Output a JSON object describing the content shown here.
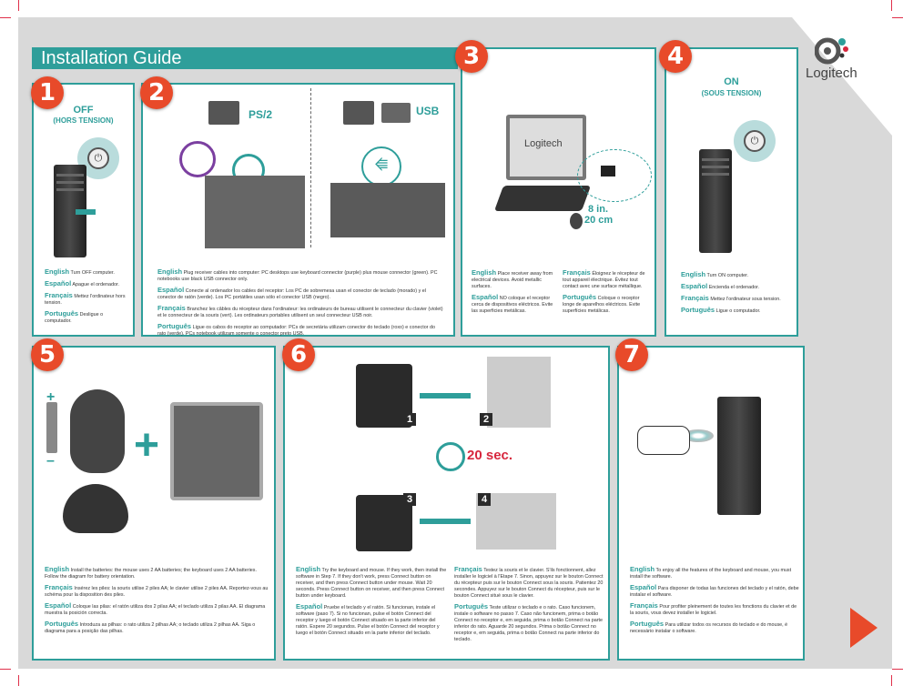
{
  "header": {
    "title": "Installation Guide"
  },
  "brand": {
    "name": "Logitech"
  },
  "colors": {
    "accent": "#2e9e9a",
    "step_badge": "#e84a2a"
  },
  "steps": {
    "s1": {
      "num": "1",
      "title": "OFF",
      "subtitle": "(HORS TENSION)",
      "en_label": "English",
      "en": "Turn OFF computer.",
      "es_label": "Español",
      "es": "Apague el ordenador.",
      "fr_label": "Français",
      "fr": "Mettez l'ordinateur hors tension.",
      "pt_label": "Português",
      "pt": "Desligue o computador."
    },
    "s2": {
      "num": "2",
      "ps2_label": "PS/2",
      "usb_label": "USB",
      "en_label": "English",
      "en": "Plug receiver cables into computer: PC desktops use keyboard connector (purple) plus mouse connector (green). PC notebooks use black USB connector only.",
      "es_label": "Español",
      "es": "Conecte al ordenador los cables del receptor: Los PC de sobremesa usan el conector de teclado (morado) y el conector de ratón (verde). Los PC portátiles usan sólo el conector USB (negro).",
      "fr_label": "Français",
      "fr": "Branchez les câbles du récepteur dans l'ordinateur: les ordinateurs de bureau utilisent le connecteur du clavier (violet) et le connecteur de la souris (vert). Les ordinateurs portables utilisent un seul connecteur USB noir.",
      "pt_label": "Português",
      "pt": "Ligue os cabos do receptor ao computador: PCs de secretária utilizam conector do teclado (roxo) e conector do rato (verde). PCs notebook utilizam somente o conector preto USB."
    },
    "s3": {
      "num": "3",
      "distance": "8 in.",
      "distance_cm": "20 cm",
      "en_label": "English",
      "en": "Place receiver away from electrical devices. Avoid metallic surfaces.",
      "es_label": "Español",
      "es": "NO coloque el receptor cerca de dispositivos eléctricos. Evite las superficies metálicas.",
      "fr_label": "Français",
      "fr": "Éloignez le récepteur de tout appareil électrique. Évitez tout contact avec une surface métallique.",
      "pt_label": "Português",
      "pt": "Coloque o receptor longe de aparelhos eléctricos. Evite superfícies metálicas."
    },
    "s4": {
      "num": "4",
      "title": "ON",
      "subtitle": "(SOUS TENSION)",
      "en_label": "English",
      "en": "Turn ON computer.",
      "es_label": "Español",
      "es": "Encienda el ordenador.",
      "fr_label": "Français",
      "fr": "Mettez l'ordinateur sous tension.",
      "pt_label": "Português",
      "pt": "Ligue o computador."
    },
    "s5": {
      "num": "5",
      "plus": "+",
      "minus": "–",
      "en_label": "English",
      "en": "Install the batteries: the mouse uses 2 AA batteries; the keyboard uses 2 AA batteries. Follow the diagram for battery orientation.",
      "fr_label": "Français",
      "fr": "Insérez les piles: la souris utilise 2 piles AA; le clavier utilise 2 piles AA. Reportez-vous au schéma pour la disposition des piles.",
      "es_label": "Español",
      "es": "Coloque las pilas: el ratón utiliza dos 2 pilas AA; el teclado utiliza 2 pilas AA. El diagrama muestra la posición correcta.",
      "pt_label": "Português",
      "pt": "Introduza as pilhas: o rato utiliza 2 pilhas AA; o teclado utiliza 2 pilhas AA. Siga o diagrama para a posição das pilhas."
    },
    "s6": {
      "num": "6",
      "timer": "20 sec.",
      "sub1": "1",
      "sub2": "2",
      "sub3": "3",
      "sub4": "4",
      "en_label": "English",
      "en": "Try the keyboard and mouse. If they work, then install the software in Step 7. If they don't work, press Connect button on receiver, and then press Connect button under mouse. Wait 20 seconds. Press Connect button on receiver, and then press Connect button under keyboard.",
      "es_label": "Español",
      "es": "Pruebe el teclado y el ratón. Si funcionan, instale el software (paso 7). Si no funcionan, pulse el botón Connect del receptor y luego el botón Connect situado en la parte inferior del ratón. Espere 20 segundos. Pulse el botón Connect del receptor y luego el botón Connect situado en la parte inferior del teclado.",
      "fr_label": "Français",
      "fr": "Testez la souris et le clavier. S'ils fonctionnent, allez installer le logiciel à l'Etape 7. Sinon, appuyez sur le bouton Connect du récepteur puis sur le bouton Connect sous la souris. Patientez 20 secondes. Appuyez sur le bouton Connect du récepteur, puis sur le bouton Connect situé sous le clavier.",
      "pt_label": "Português",
      "pt": "Teste utilizar o teclado e o rato. Caso funcionem, instale o software no passo 7. Caso não funcionem, prima o botão Connect no receptor e, em seguida, prima o botão Connect na parte inferior do rato. Aguarde 20 segundos. Prima o botão Connect no receptor e, em seguida, prima o botão Connect na parte inferior do teclado."
    },
    "s7": {
      "num": "7",
      "en_label": "English",
      "en": "To enjoy all the features of the keyboard and mouse, you must install the software.",
      "es_label": "Español",
      "es": "Para disponer de todas las funciones del teclado y el ratón, debe instalar el software.",
      "fr_label": "Français",
      "fr": "Pour profiter pleinement de toutes les fonctions du clavier et de la souris, vous devez installer le logiciel.",
      "pt_label": "Português",
      "pt": "Para utilizar todos os recursos do teclado e do mouse, é necessário instalar o software."
    }
  }
}
